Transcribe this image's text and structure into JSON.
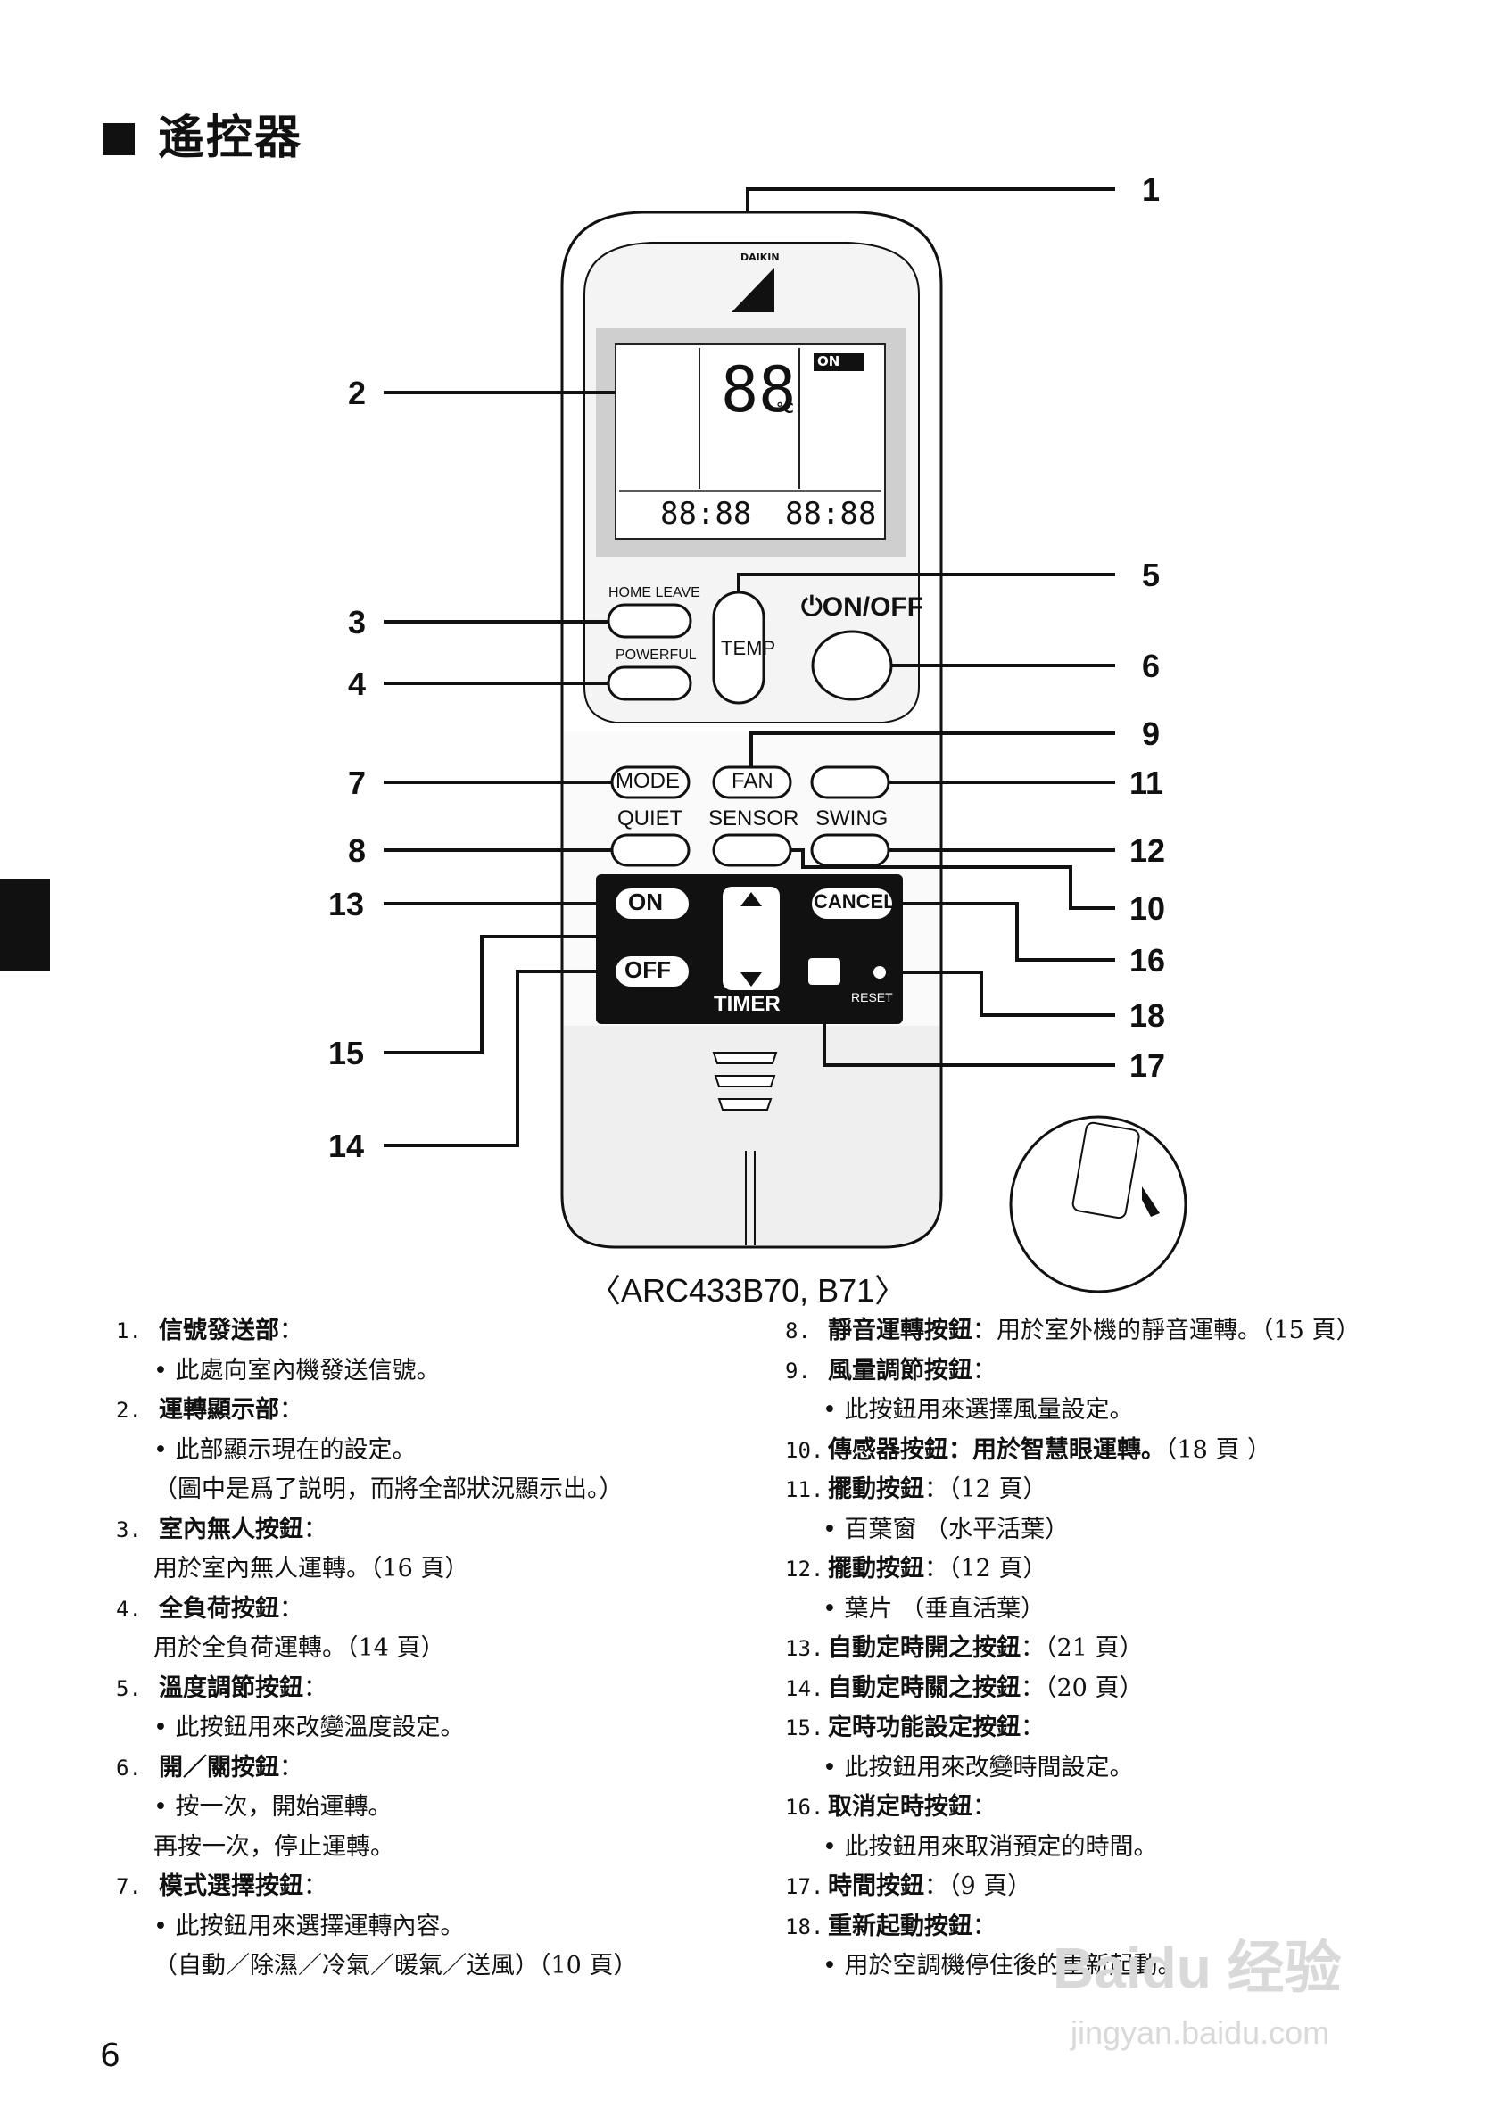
{
  "title": "遙控器",
  "page_number": "6",
  "model_label": "〈ARC433B70, B71〉",
  "brand": "DAIKIN",
  "remote": {
    "home_leave_label": "HOME LEAVE",
    "powerful_label": "POWERFUL",
    "temp_label": "TEMP",
    "onoff_label": "ON/OFF",
    "mode_label": "MODE",
    "fan_label": "FAN",
    "quiet_label": "QUIET",
    "sensor_label": "SENSOR",
    "swing_label": "SWING",
    "on_label": "ON",
    "off_label": "OFF",
    "cancel_label": "CANCEL",
    "timer_label": "TIMER",
    "reset_label": "RESET",
    "lcd_on": "ON",
    "lcd_temp": "88",
    "lcd_unit": "°C",
    "lcd_time1": "88:88",
    "lcd_time2": "88:88"
  },
  "callouts": [
    "1",
    "2",
    "3",
    "4",
    "5",
    "6",
    "7",
    "8",
    "9",
    "10",
    "11",
    "12",
    "13",
    "14",
    "15",
    "16",
    "17",
    "18"
  ],
  "left_items": [
    {
      "num": "1.",
      "head": "信號發送部",
      "tail": "：",
      "lines": [
        "•  此處向室內機發送信號。"
      ]
    },
    {
      "num": "2.",
      "head": "運轉顯示部",
      "tail": "：",
      "lines": [
        "•  此部顯示現在的設定。",
        "   （圖中是爲了説明，而將全部狀況顯示出。）"
      ]
    },
    {
      "num": "3.",
      "head": "室內無人按鈕",
      "tail": "：",
      "lines": [
        "用於室內無人運轉。（16 頁）"
      ]
    },
    {
      "num": "4.",
      "head": "全負荷按鈕",
      "tail": "：",
      "lines": [
        "用於全負荷運轉。（14 頁）"
      ]
    },
    {
      "num": "5.",
      "head": "溫度調節按鈕",
      "tail": "：",
      "lines": [
        "•  此按鈕用來改變溫度設定。"
      ]
    },
    {
      "num": "6.",
      "head": "開／關按鈕",
      "tail": "：",
      "lines": [
        "•  按一次，開始運轉。",
        "   再按一次，停止運轉。"
      ]
    },
    {
      "num": "7.",
      "head": "模式選擇按鈕",
      "tail": "：",
      "lines": [
        "•  此按鈕用來選擇運轉內容。",
        "   （自動／除濕／冷氣／暖氣／送風）（10 頁）"
      ]
    }
  ],
  "right_items": [
    {
      "num": "8.",
      "head": "靜音運轉按鈕",
      "tail": "：用於室外機的靜音運轉。（15 頁）",
      "lines": []
    },
    {
      "num": "9.",
      "head": "風量調節按鈕",
      "tail": "：",
      "lines": [
        "•  此按鈕用來選擇風量設定。"
      ]
    },
    {
      "num": "10.",
      "head": "傳感器按鈕：用於智慧眼運轉。",
      "tail": "（18 頁 ）",
      "lines": []
    },
    {
      "num": "11.",
      "head": "擺動按鈕",
      "tail": "：（12 頁）",
      "lines": [
        "•  百葉窗 （水平活葉）"
      ]
    },
    {
      "num": "12.",
      "head": "擺動按鈕",
      "tail": "：（12 頁）",
      "lines": [
        "•  葉片 （垂直活葉）"
      ]
    },
    {
      "num": "13.",
      "head": "自動定時開之按鈕",
      "tail": "：（21 頁）",
      "lines": []
    },
    {
      "num": "14.",
      "head": "自動定時關之按鈕",
      "tail": "：（20 頁）",
      "lines": []
    },
    {
      "num": "15.",
      "head": "定時功能設定按鈕",
      "tail": "：",
      "lines": [
        "•  此按鈕用來改變時間設定。"
      ]
    },
    {
      "num": "16.",
      "head": "取消定時按鈕",
      "tail": "：",
      "lines": [
        "•  此按鈕用來取消預定的時間。"
      ]
    },
    {
      "num": "17.",
      "head": "時間按鈕",
      "tail": "：（9 頁）",
      "lines": []
    },
    {
      "num": "18.",
      "head": "重新起動按鈕",
      "tail": "：",
      "lines": [
        "•  用於空調機停住後的重新起動。"
      ]
    }
  ],
  "watermark": "Baidu 经验",
  "watermark_url": "jingyan.baidu.com"
}
